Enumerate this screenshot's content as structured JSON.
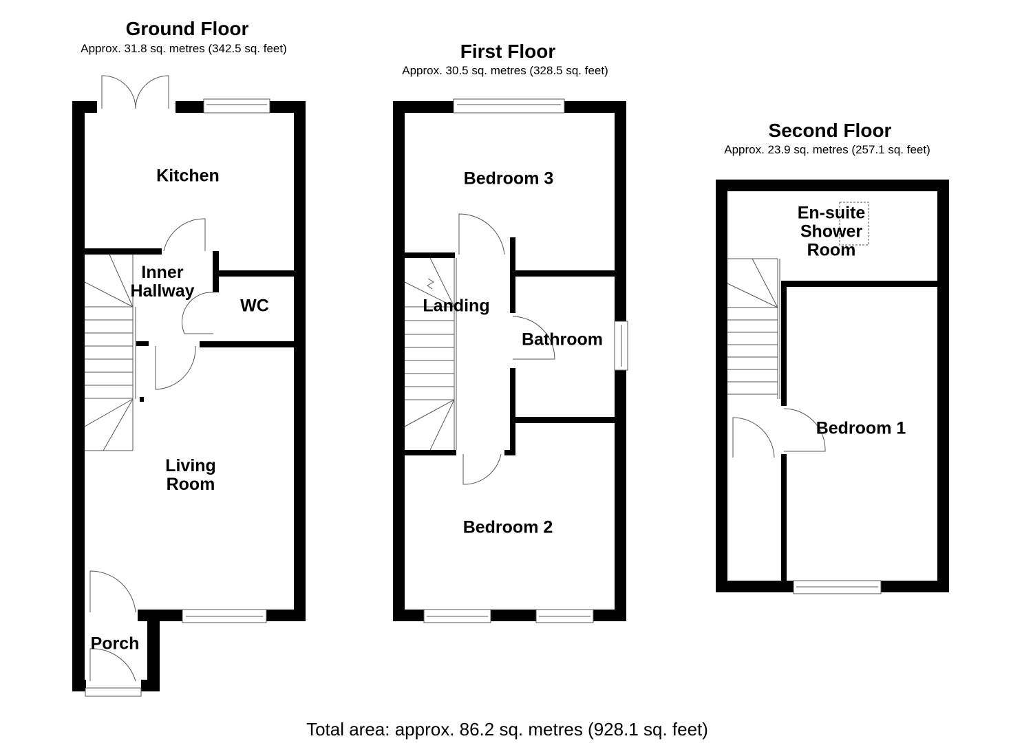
{
  "floors": [
    {
      "name": "Ground Floor",
      "area": "Approx. 31.8 sq. metres (342.5 sq. feet)",
      "rooms": [
        "Kitchen",
        "Inner\nHallway",
        "WC",
        "Living\nRoom",
        "Porch"
      ]
    },
    {
      "name": "First Floor",
      "area": "Approx. 30.5 sq. metres (328.5 sq. feet)",
      "rooms": [
        "Bedroom 3",
        "Landing",
        "Bathroom",
        "Bedroom 2"
      ]
    },
    {
      "name": "Second Floor",
      "area": "Approx. 23.9 sq. metres (257.1 sq. feet)",
      "rooms": [
        "En-suite\nShower\nRoom",
        "Bedroom 1"
      ]
    }
  ],
  "total_area": "Total area: approx. 86.2 sq. metres (928.1 sq. feet)",
  "colors": {
    "wall": "#000000",
    "background": "#ffffff",
    "fixture_line": "#555555"
  }
}
